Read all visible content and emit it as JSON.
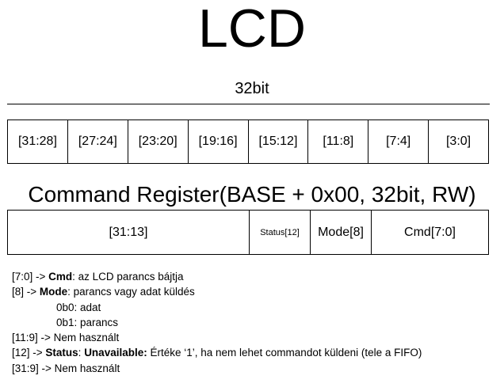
{
  "title": "LCD",
  "register_width": "32bit",
  "bit_ranges": [
    "[31:28]",
    "[27:24]",
    "[23:20]",
    "[19:16]",
    "[15:12]",
    "[11:8]",
    "[7:4]",
    "[3:0]"
  ],
  "register": {
    "name": "Command Register(BASE + 0x00, 32bit, RW)",
    "fields": [
      "[31:13]",
      "Status[12]",
      "Mode[8]",
      "Cmd[7:0]"
    ]
  },
  "notes": {
    "cmd": {
      "range": "[7:0] -> ",
      "name": "Cmd",
      "desc": ": az LCD parancs bájtja"
    },
    "mode": {
      "range": "[8] -> ",
      "name": "Mode",
      "desc": ": parancs vagy adat küldés"
    },
    "mode_opt0": "0b0: adat",
    "mode_opt1": "0b1: parancs",
    "unused1": "[11:9] -> Nem használt",
    "status": {
      "range": "[12] -> ",
      "name": "Status",
      "sep": ": ",
      "state": "Unavailable:",
      "desc": " Értéke ‘1’, ha nem lehet commandot küldeni (tele a FIFO)"
    },
    "unused2": "[31:9] -> Nem használt"
  }
}
